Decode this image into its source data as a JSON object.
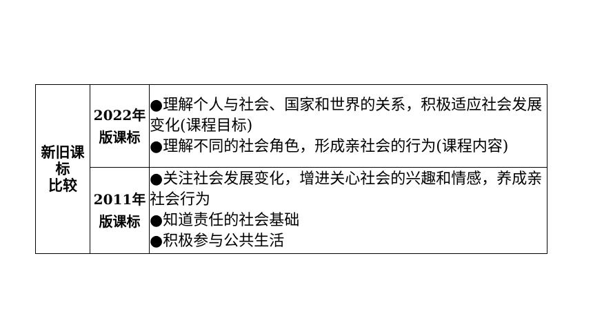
{
  "table": {
    "row_header": [
      "新旧课",
      "标",
      "比较"
    ],
    "rows": [
      {
        "version": [
          "2022年",
          "版课标"
        ],
        "items": [
          "●理解个人与社会、国家和世界的关系，积极适应社会发展变化(课程目标)",
          "●理解不同的社会角色，形成亲社会的行为(课程内容)"
        ]
      },
      {
        "version": [
          "2011年",
          "版课标"
        ],
        "items": [
          "●关注社会发展变化，增进关心社会的兴趣和情感，养成亲社会行为",
          "●知道责任的社会基础",
          "●积极参与公共生活"
        ]
      }
    ]
  }
}
